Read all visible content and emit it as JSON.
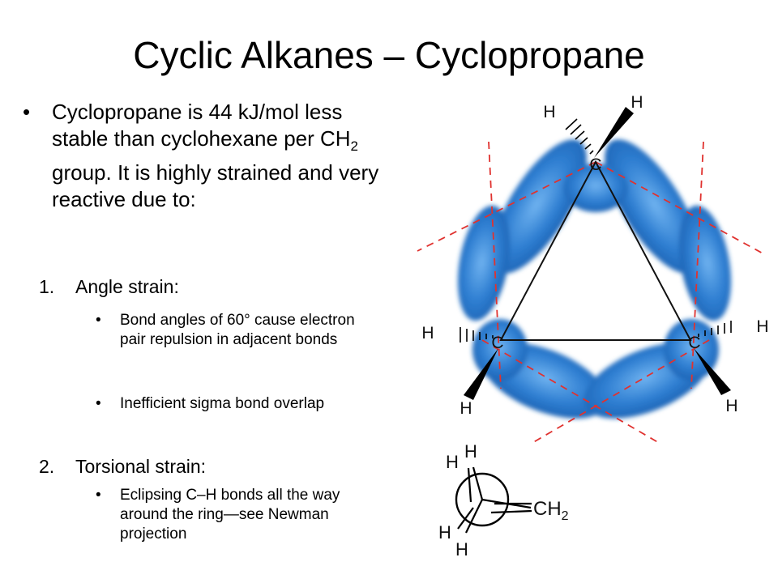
{
  "title": "Cyclic Alkanes – Cyclopropane",
  "main_bullet": {
    "symbol": "•",
    "text_pre": "Cyclopropane is 44 kJ/mol less stable than cyclohexane per CH",
    "text_sub": "2",
    "text_post": " group. It is highly strained and very reactive due to:"
  },
  "points": [
    {
      "number": "1.",
      "label": "Angle strain:",
      "subpoints": [
        "Bond angles of 60° cause electron pair repulsion in adjacent bonds",
        "Inefficient sigma bond overlap"
      ]
    },
    {
      "number": "2.",
      "label": "Torsional strain:",
      "subpoints": [
        "Eclipsing C–H bonds all the way around the ring—see Newman projection"
      ]
    }
  ],
  "sub_bullet_symbol": "•",
  "molecule": {
    "carbon": "C",
    "hydrogen": "H",
    "orbital_color": "#3a86d6",
    "dash_color": "#e0322f"
  },
  "newman": {
    "h_top_left": "H",
    "h_top_right": "H",
    "h_bottom_left": "H",
    "h_bottom_right": "H",
    "ch2_main": "CH",
    "ch2_sub": "2"
  }
}
